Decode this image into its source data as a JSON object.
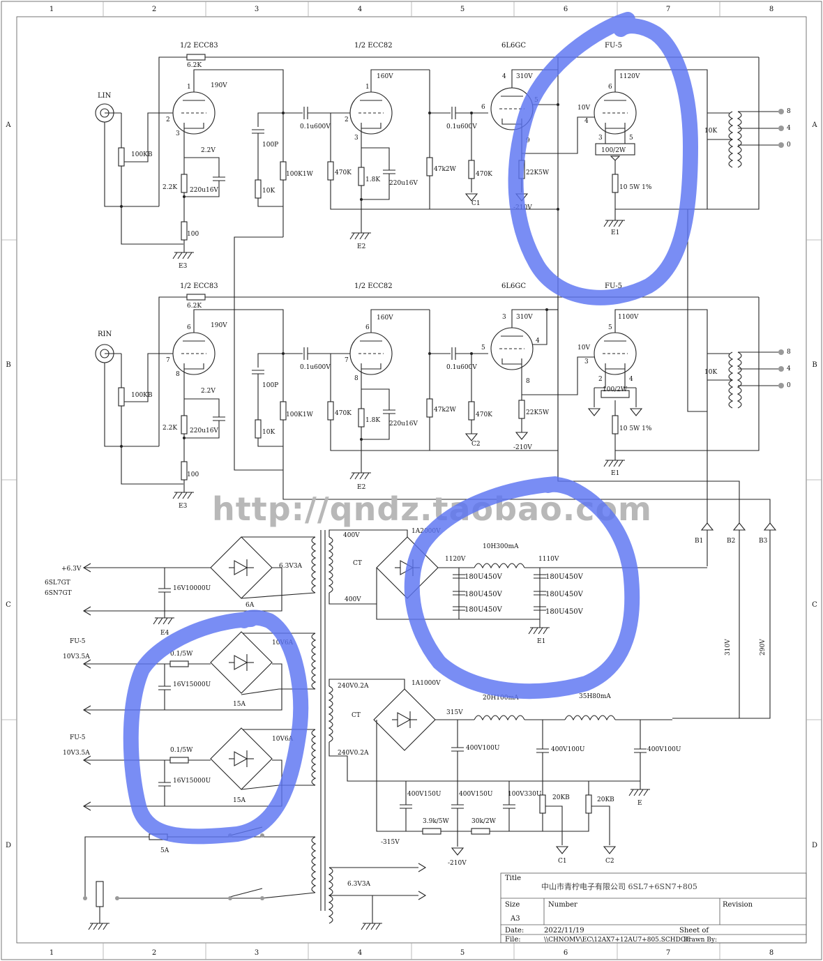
{
  "frame": {
    "cols": [
      "1",
      "2",
      "3",
      "4",
      "5",
      "6",
      "7",
      "8"
    ],
    "rows": [
      "A",
      "B",
      "C",
      "D"
    ]
  },
  "tubes": {
    "top": {
      "v1": "1/2 ECC83",
      "v2": "1/2 ECC82",
      "v3": "6L6GC",
      "v4": "FU-5"
    },
    "bot": {
      "v1": "1/2 ECC83",
      "v2": "1/2 ECC82",
      "v3": "6L6GC",
      "v4": "FU-5"
    }
  },
  "channels": {
    "top": {
      "input": "LIN",
      "pot": "100KB",
      "fb_res": "6.2K",
      "v1_plate_v": "190V",
      "v1_cath_v": "2.2V",
      "v1_rk": "2.2K",
      "v1_ck": "220u16V",
      "v1_rg": "100",
      "gnd": "E3",
      "c100p": "100P",
      "r100k1w": "100K1W",
      "r10k": "10K",
      "cc1": "0.1u600V",
      "v2_plate_v": "160V",
      "v2_rg": "470K",
      "v2_rk": "1.8K",
      "v2_ck": "220u16V",
      "gnd2": "E2",
      "cc2": "0.1u600V",
      "r47k": "47k2W",
      "r470k": "470K",
      "c1": "C1",
      "v3_plate_v": "310V",
      "r22k": "22K5W",
      "neg": "-210V",
      "grid_v": "10V",
      "v4_plate_v": "1120V",
      "fil_pot": "100/2W",
      "r10": "10  5W 1%",
      "gnd4": "E1",
      "r10k_ot": "10K",
      "taps": [
        "8",
        "4",
        "0"
      ],
      "pins": {
        "v1p": "1",
        "v1g": "2",
        "v1k": "3",
        "v2p": "1",
        "v2g": "2",
        "v2k": "3",
        "v3p": "4",
        "v3g": "6",
        "v3s": "5",
        "v3k": "9",
        "v4p": "6",
        "v4g": "4",
        "v4f1": "3",
        "v4f2": "5"
      }
    },
    "bot": {
      "input": "RIN",
      "pot": "100KB",
      "fb_res": "6.2K",
      "v1_plate_v": "190V",
      "v1_cath_v": "2.2V",
      "v1_rk": "2.2K",
      "v1_ck": "220u16V",
      "v1_rg": "100",
      "gnd": "E3",
      "c100p": "100P",
      "r100k1w": "100K1W",
      "r10k": "10K",
      "cc1": "0.1u600V",
      "v2_plate_v": "160V",
      "v2_rg": "470K",
      "v2_rk": "1.8K",
      "v2_ck": "220u16V",
      "gnd2": "E2",
      "cc2": "0.1u600V",
      "r47k": "47k2W",
      "r470k": "470K",
      "c1": "C2",
      "v3_plate_v": "310V",
      "r22k": "22K5W",
      "neg": "-210V",
      "grid_v": "10V",
      "v4_plate_v": "1100V",
      "fil_pot": "100/2W",
      "r10": "10 5W 1%",
      "gnd4": "E1",
      "r10k_ot": "10K",
      "taps": [
        "8",
        "4",
        "0"
      ],
      "pins": {
        "v1p": "6",
        "v1g": "7",
        "v1k": "8",
        "v2p": "6",
        "v2g": "7",
        "v2k": "8",
        "v3p": "3",
        "v3g": "5",
        "v3s": "4",
        "v3k": "8",
        "v4p": "5",
        "v4g": "3",
        "v4f1": "2",
        "v4f2": "4"
      }
    }
  },
  "watermark": "http://qndz.taobao.com",
  "supply": {
    "bus": [
      "B1",
      "B2",
      "B3"
    ],
    "b2_v": "310V",
    "b3_v": "290V",
    "hv": {
      "sec_top": "400V",
      "ct": "CT",
      "sec_bot": "400V",
      "bridge": "1A2000V",
      "v_in": "1120V",
      "v_out": "1110V",
      "choke": "10H300mA",
      "caps_left": [
        "180U450V",
        "180U450V",
        "180U450V"
      ],
      "caps_right": [
        "180U450V",
        "180U450V",
        "180U450V"
      ],
      "gnd": "E1"
    },
    "lv": {
      "out": "+6.3V",
      "tubes": [
        "6SL7GT",
        "6SN7GT"
      ],
      "cap": "16V10000U",
      "winding": "6.3V3A",
      "bridge": "6A",
      "gnd": "E4"
    },
    "fil1": {
      "tube": "FU-5",
      "out": "10V3.5A",
      "r": "0.1/5W",
      "cap": "16V15000U",
      "bridge": "15A",
      "winding": "10V6A"
    },
    "fil2": {
      "tube": "FU-5",
      "out": "10V3.5A",
      "r": "0.1/5W",
      "cap": "16V15000U",
      "bridge": "15A",
      "winding": "10V6A"
    },
    "mv": {
      "sec_top": "240V0.2A",
      "ct": "CT",
      "sec_bot": "240V0.2A",
      "bridge": "1A1000V",
      "v": "315V",
      "choke1": "20H100mA",
      "choke2": "35H80mA",
      "caps": [
        "400V100U",
        "400V100U",
        "400V100U"
      ],
      "gnd": "E",
      "neg_caps": [
        "400V150U",
        "400V150U",
        "100V330U"
      ],
      "r1": "3.9k/5W",
      "r2": "30k/2W",
      "pots": [
        "20KB",
        "20KB"
      ],
      "neg_v": "-315V",
      "neg_out": "-210V",
      "c1": "C1",
      "c2": "C2"
    },
    "mains": {
      "fuse": "5A",
      "aux": "6.3V3A"
    }
  },
  "titleblock": {
    "title_label": "Title",
    "title": "中山市青柠电子有限公司  6SL7+6SN7+805",
    "size_label": "Size",
    "size": "A3",
    "number_label": "Number",
    "revision_label": "Revision",
    "date_label": "Date:",
    "date": "2022/11/19",
    "sheet_label": "Sheet    of",
    "file_label": "File:",
    "file": "\\\\CHNOMV\\EC\\12AX7+12AU7+805.SCHDOC",
    "drawn_label": "Drawn By:"
  },
  "annotation_color": "#5b74f2"
}
